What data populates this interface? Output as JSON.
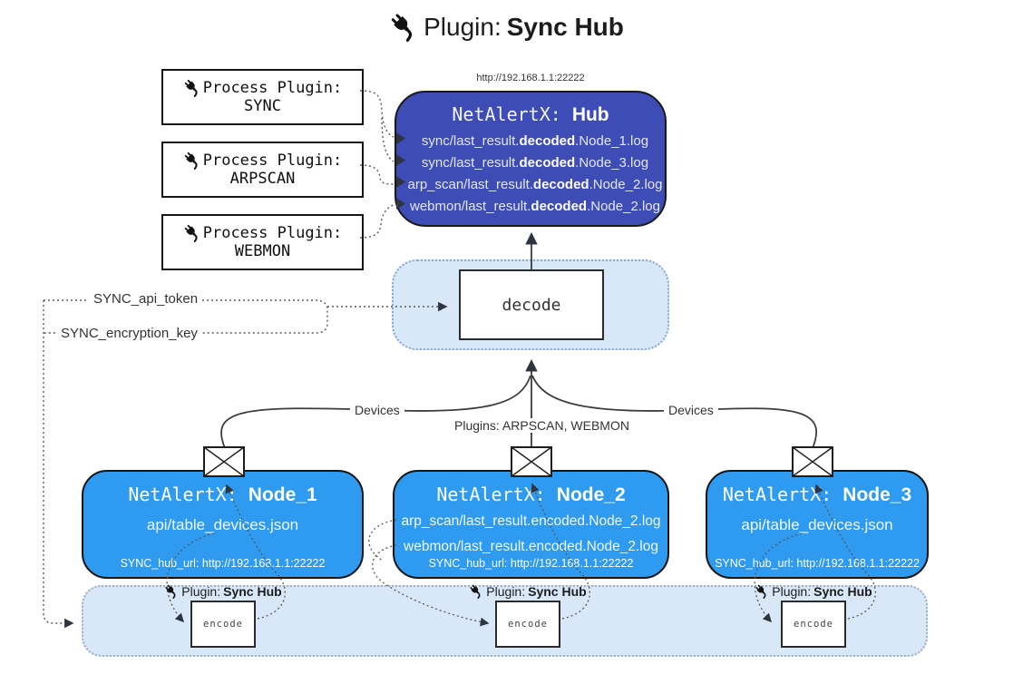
{
  "title": {
    "prefix": "Plugin: ",
    "bold": "Sync Hub"
  },
  "hub": {
    "url": "http://192.168.1.1:22222",
    "name_prefix": "NetAlertX: ",
    "name_bold": "Hub",
    "rows": [
      {
        "pre": "sync/last_result.",
        "bold": "decoded",
        "post": ".Node_1.log"
      },
      {
        "pre": "sync/last_result.",
        "bold": "decoded",
        "post": ".Node_3.log"
      },
      {
        "pre": "arp_scan/last_result.",
        "bold": "decoded",
        "post": ".Node_2.log"
      },
      {
        "pre": "webmon/last_result.",
        "bold": "decoded",
        "post": ".Node_2.log"
      }
    ]
  },
  "process_plugins": [
    {
      "label": "Process Plugin:",
      "name": "SYNC"
    },
    {
      "label": "Process Plugin:",
      "name": "ARPSCAN"
    },
    {
      "label": "Process Plugin:",
      "name": "WEBMON"
    }
  ],
  "decode": {
    "label": "decode"
  },
  "settings": {
    "api_token": "SYNC_api_token",
    "encryption_key": "SYNC_encryption_key"
  },
  "edges": {
    "left": "Devices",
    "middle": "Plugins: ARPSCAN, WEBMON",
    "right": "Devices"
  },
  "nodes": [
    {
      "name_prefix": "NetAlertX: ",
      "name_bold": "Node_1",
      "rows": [
        "api/table_devices.json"
      ],
      "hub_url": "SYNC_hub_url: http://192.168.1.1:22222"
    },
    {
      "name_prefix": "NetAlertX: ",
      "name_bold": "Node_2",
      "rows": [
        "arp_scan/last_result.encoded.Node_2.log",
        "webmon/last_result.encoded.Node_2.log"
      ],
      "hub_url": "SYNC_hub_url: http://192.168.1.1:22222"
    },
    {
      "name_prefix": "NetAlertX: ",
      "name_bold": "Node_3",
      "rows": [
        "api/table_devices.json"
      ],
      "hub_url": "SYNC_hub_url: http://192.168.1.1:22222"
    }
  ],
  "encoders": [
    {
      "plugin_prefix": "Plugin: ",
      "plugin_bold": "Sync Hub",
      "label": "encode"
    },
    {
      "plugin_prefix": "Plugin: ",
      "plugin_bold": "Sync Hub",
      "label": "encode"
    },
    {
      "plugin_prefix": "Plugin: ",
      "plugin_bold": "Sync Hub",
      "label": "encode"
    }
  ],
  "colors": {
    "hub_bg": "#3e4cb5",
    "node_bg": "#2e9af0",
    "panel_bg": "#d9e8f9",
    "line": "#3d3d3d"
  }
}
